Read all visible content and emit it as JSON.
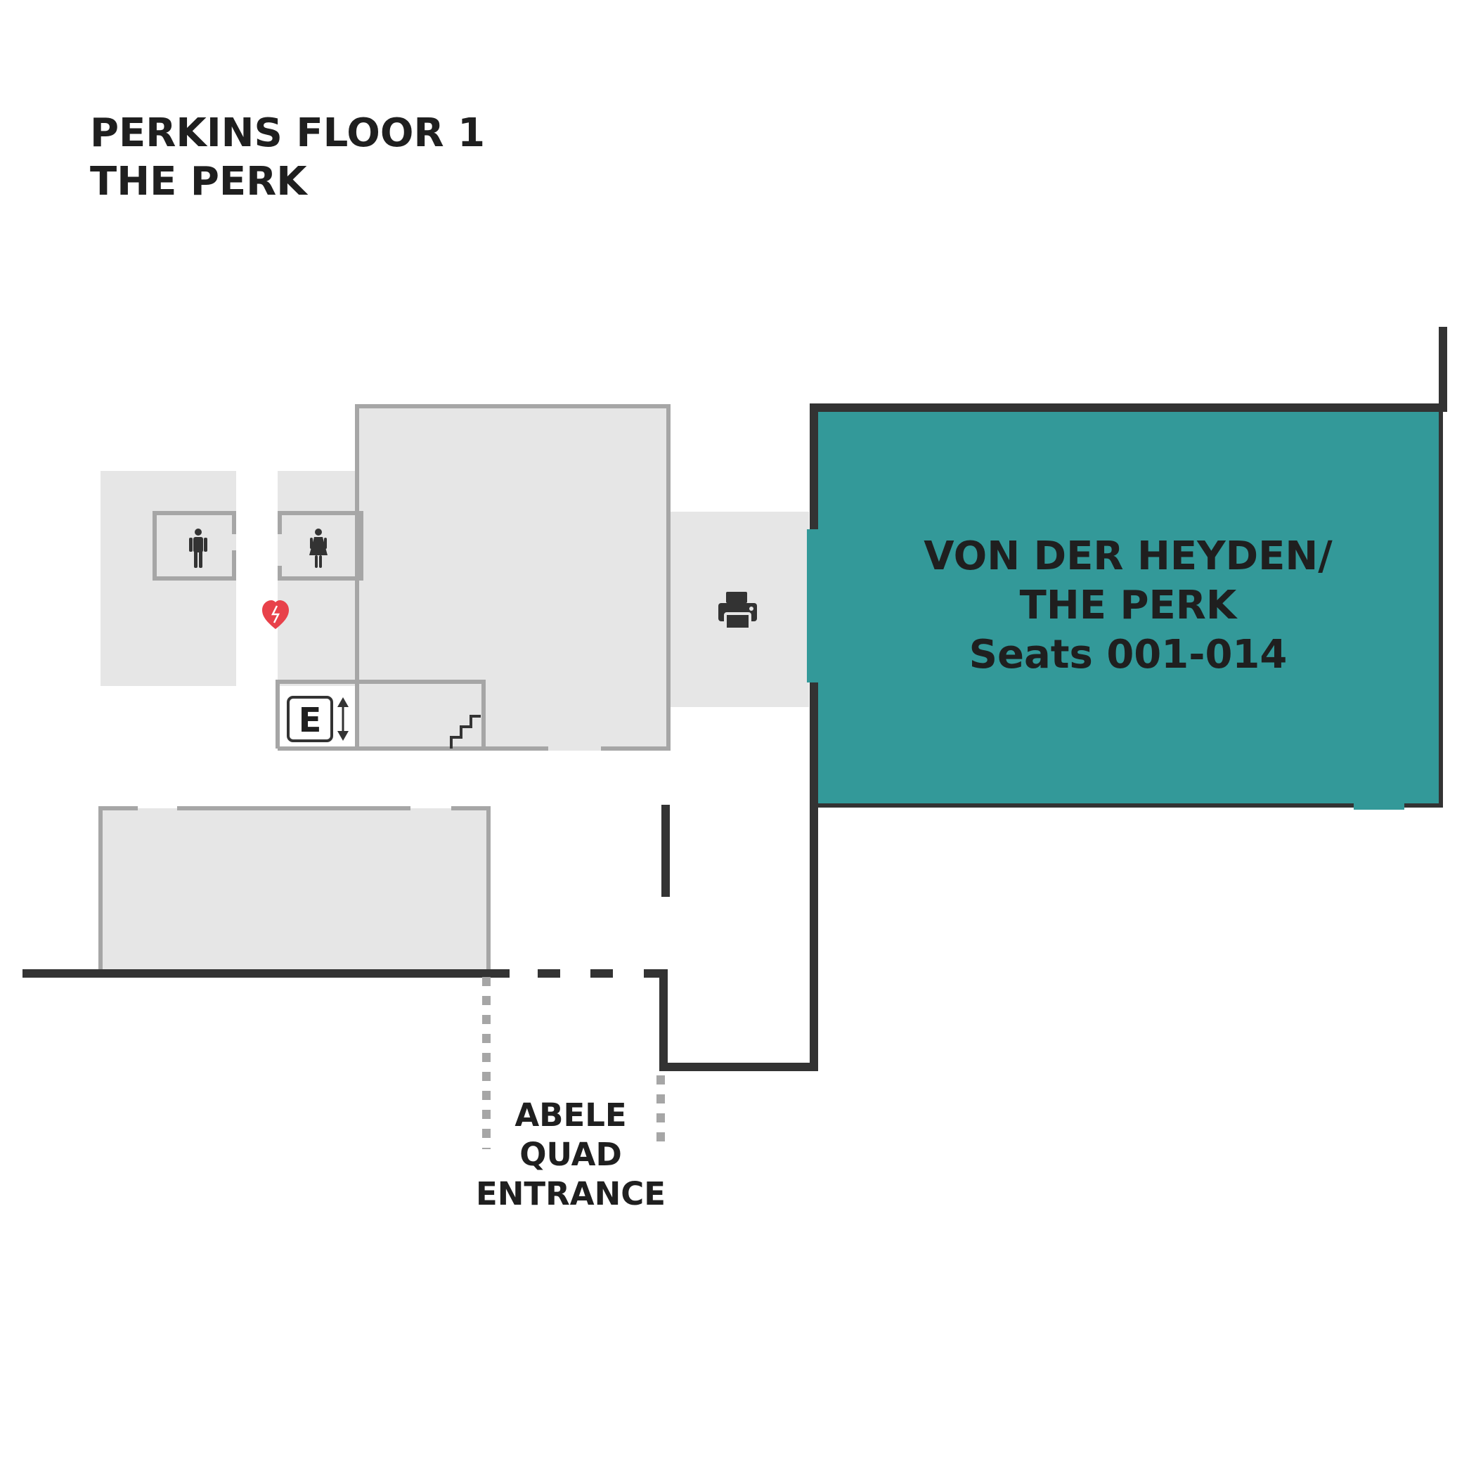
{
  "header": {
    "title_line1": "PERKINS FLOOR 1",
    "title_line2": "THE PERK"
  },
  "rooms": {
    "highlight": {
      "line1": "VON DER HEYDEN/",
      "line2": "THE PERK",
      "line3": "Seats 001-014"
    }
  },
  "entrance": {
    "line1": "ABELE",
    "line2": "QUAD",
    "line3": "ENTRANCE"
  },
  "icons": {
    "elevator_letter": "E",
    "mens_restroom": "mens-restroom-icon",
    "womens_restroom": "womens-restroom-icon",
    "aed": "aed-heart-icon",
    "printer": "printer-icon",
    "stairs": "stairs-icon",
    "elevator": "elevator-icon"
  },
  "colors": {
    "highlight_room": "#339999",
    "room_fill": "#e6e6e6",
    "inner_wall": "#a6a6a6",
    "outer_wall": "#333333",
    "aed": "#e8414a",
    "text": "#1f1f1f"
  }
}
